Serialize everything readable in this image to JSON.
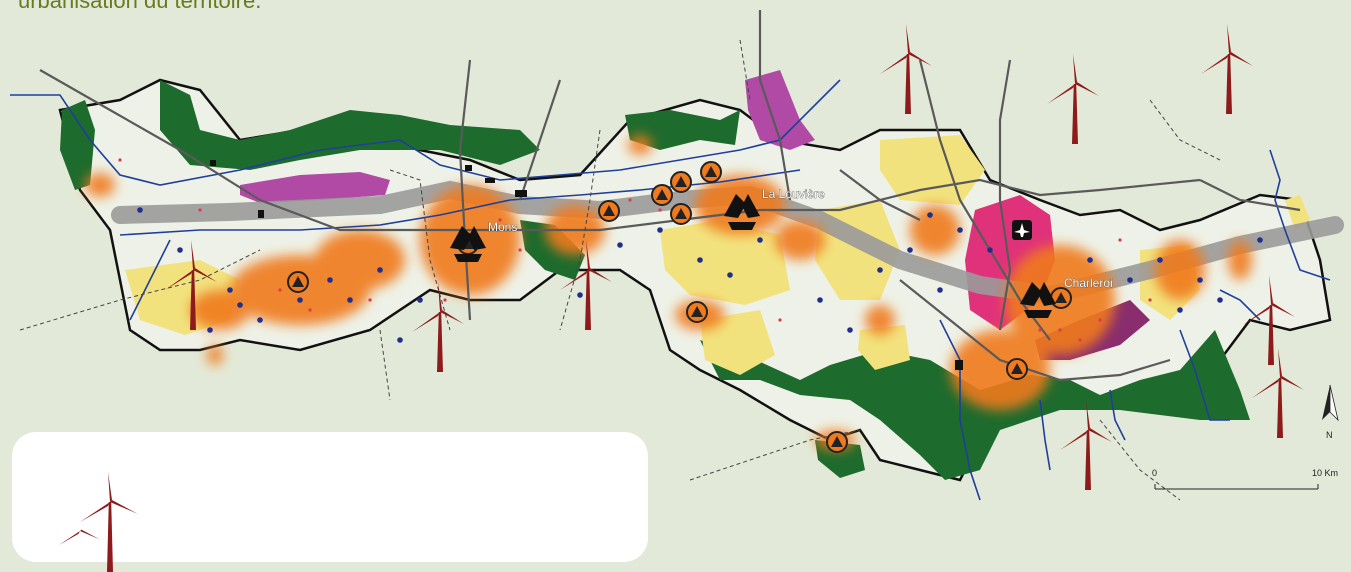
{
  "header": {
    "text": "urbanisation du territoire."
  },
  "cities": [
    {
      "name": "Mons"
    },
    {
      "name": "La Louvière"
    },
    {
      "name": "Charleroi"
    }
  ],
  "scale": {
    "start": "0",
    "end": "10 Km"
  },
  "north": {
    "label": "N"
  },
  "colors": {
    "background": "#e3e9d8",
    "region": "#eef1e7",
    "forest": "#1e6b2e",
    "agriculture": "#f2e27e",
    "urban_diffuse": "#f07a1e",
    "industrial": "#b04aa5",
    "airport_zone": "#e0327a",
    "corridor": "#9a9a9a",
    "waterways": "#1f3f9a",
    "roads": "#5a5a5a",
    "railways": "#444444",
    "wind_turbine": "#8e1b1b",
    "points_blue": "#1f2f8a",
    "points_red": "#e03a4a"
  },
  "icons": [
    "recycling-icon",
    "landfill-triangle-icon",
    "airport-icon",
    "wind-turbine-icon",
    "north-arrow-icon"
  ]
}
